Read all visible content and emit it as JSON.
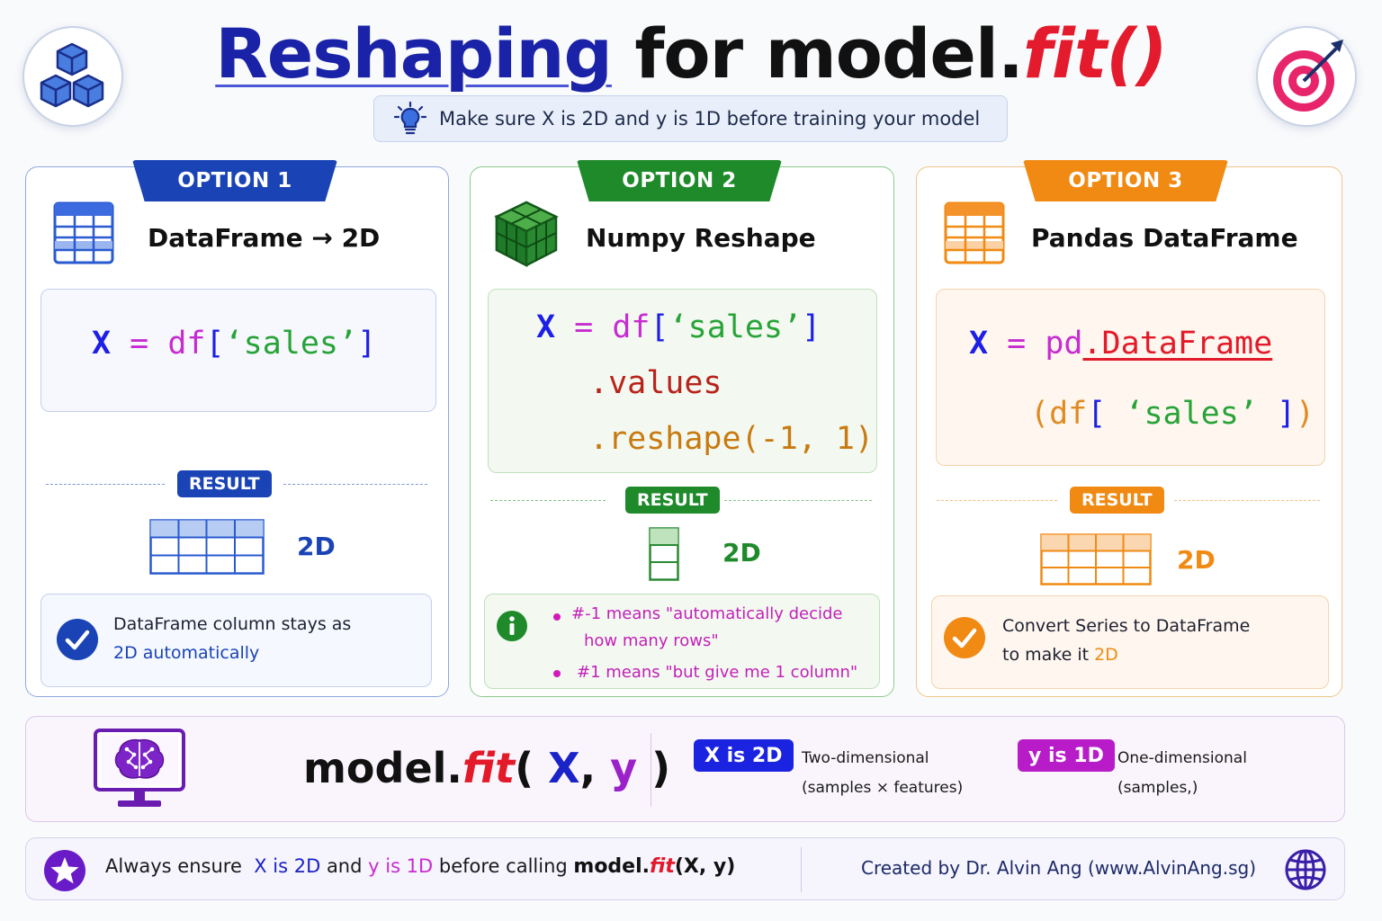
{
  "header": {
    "title_part1": "Reshaping",
    "title_part2": " for model.",
    "title_part3": "fit()",
    "tip": "Make sure X is 2D and y is 1D before training your model",
    "left_icon": "cubes-icon",
    "right_icon": "target-icon"
  },
  "options": [
    {
      "tab": "OPTION 1",
      "title": "DataFrame → 2D",
      "icon": "table-icon",
      "accent": "#1a44b5",
      "code": {
        "x": "X",
        "eq": "=",
        "fn": "df",
        "open": "[",
        "str": "‘sales’",
        "close": "]"
      },
      "result_label": "RESULT",
      "result_dim": "2D",
      "note_line1": "DataFrame column stays as",
      "note_line2": "2D automatically",
      "note_icon": "check-circle-icon"
    },
    {
      "tab": "OPTION 2",
      "title": "Numpy Reshape",
      "icon": "cube-icon",
      "accent": "#1e8a2a",
      "code": {
        "x": "X",
        "eq": "=",
        "fn": "df",
        "open": "[",
        "str": "‘sales’",
        "close": "]",
        "line2": ".values",
        "line3": ".reshape(-1, 1)"
      },
      "result_label": "RESULT",
      "result_dim": "2D",
      "bullet1_line1": "#-1 means \"automatically decide",
      "bullet1_line2": "how many rows\"",
      "bullet2": "#1 means \"but give me 1 column\"",
      "note_icon": "info-icon"
    },
    {
      "tab": "OPTION 3",
      "title": "Pandas DataFrame",
      "icon": "table-icon",
      "accent": "#f08a12",
      "code": {
        "x": "X",
        "eq": "=",
        "fn": "pd",
        "dot": ".",
        "cls": "DataFrame",
        "line2_open": "(df",
        "line2_br": "[",
        "line2_str": "‘sales’",
        "line2_close": "]",
        "line2_paren": ")"
      },
      "result_label": "RESULT",
      "result_dim": "2D",
      "note_line1": "Convert Series to DataFrame",
      "note_line2_a": "to make it ",
      "note_line2_b": "2D",
      "note_icon": "check-circle-icon"
    }
  ],
  "fit": {
    "icon": "brain-monitor-icon",
    "expr_a": "model.",
    "expr_f": "fit",
    "expr_b": "( ",
    "expr_x": "X",
    "expr_c": ", ",
    "expr_y": "y",
    "expr_d": " )",
    "x_pill": "X is 2D",
    "x_desc1": "Two-dimensional",
    "x_desc2": "(samples × features)",
    "y_pill": "y is 1D",
    "y_desc1": "One-dimensional",
    "y_desc2": "(samples,)"
  },
  "footer": {
    "icon": "star-icon",
    "t1": "Always ensure  ",
    "x": "X is 2D",
    "t2": " and ",
    "y": "y is 1D",
    "t3": " before calling ",
    "m": "model.",
    "f": "fit",
    "m2": "(",
    "x2": "X",
    "c": ", ",
    "y2": "y",
    "m3": ")",
    "credit": "Created by Dr. Alvin Ang (www.AlvinAng.sg)",
    "globe_icon": "globe-icon"
  }
}
